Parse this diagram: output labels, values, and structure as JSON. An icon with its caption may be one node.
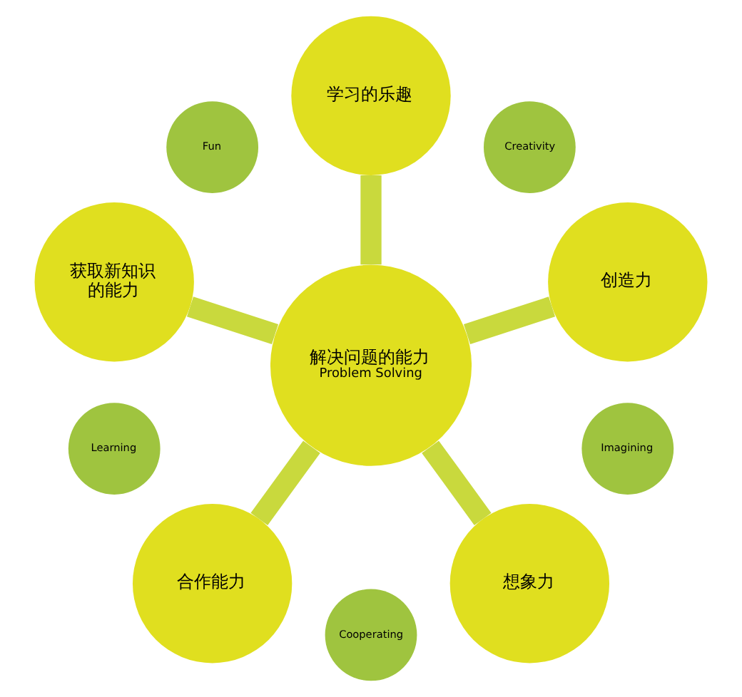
{
  "diagram": {
    "nodes": [
      {
        "text": [
          "创造力"
        ]
      },
      {
        "text": [
          "Imagining"
        ]
      },
      {
        "text": [
          "Creativity"
        ]
      },
      {
        "text": [
          "想象力"
        ]
      },
      {
        "text": [
          "学习的乐趣"
        ]
      },
      {
        "text": [
          "解决问题的能力",
          "Problem Solving"
        ]
      },
      {
        "text": [
          "Cooperating"
        ]
      },
      {
        "text": [
          "Fun"
        ]
      },
      {
        "text": [
          "合作能力"
        ]
      },
      {
        "text": [
          "Learning"
        ]
      },
      {
        "text": [
          "获取新知识的能力"
        ]
      }
    ],
    "edges": [
      {
        "from": 5,
        "to": 0,
        "arrow": "none"
      },
      {
        "from": 5,
        "to": 4,
        "arrow": "none"
      },
      {
        "from": 5,
        "to": 10,
        "arrow": "none"
      },
      {
        "from": 5,
        "to": 8,
        "arrow": "none"
      },
      {
        "from": 5,
        "to": 3,
        "arrow": "none"
      }
    ]
  }
}
